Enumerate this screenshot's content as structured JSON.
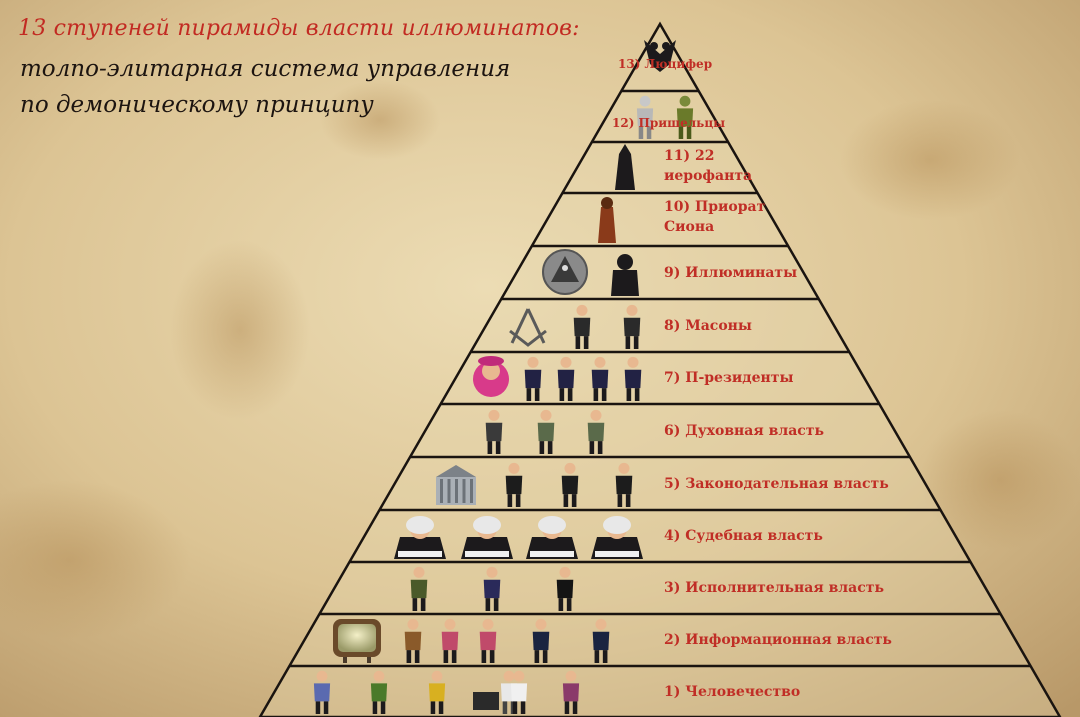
{
  "heading": {
    "title": "13 ступеней пирамиды власти иллюминатов:",
    "subtitle_line1": "толпо-элитарная система управления",
    "subtitle_line2": "по демоническому принципу"
  },
  "levels": [
    {
      "label": "13) Люцифер",
      "icons": [
        "double-headed-eagle-icon"
      ]
    },
    {
      "label": "12) Пришельцы",
      "icons": [
        "alien-figure-icon",
        "reptilian-figure-icon"
      ]
    },
    {
      "label_lines": [
        "11) 22",
        "иерофанта"
      ],
      "icons": [
        "hooded-figure-icon"
      ]
    },
    {
      "label_lines": [
        "10) Приорат",
        "Сиона"
      ],
      "icons": [
        "robed-monk-icon"
      ]
    },
    {
      "label": "9) Иллюминаты",
      "icons": [
        "all-seeing-eye-pyramid-icon",
        "suited-man-silhouette-icon"
      ]
    },
    {
      "label": "8) Масоны",
      "icons": [
        "square-compass-icon",
        "mason-figure-icon",
        "mason-figure-icon"
      ]
    },
    {
      "label": "7) П-резиденты",
      "icons": [
        "queen-caricature-icon",
        "president-caricature-icon",
        "president-caricature-icon",
        "president-caricature-icon",
        "president-caricature-icon"
      ]
    },
    {
      "label": "6) Духовная власть",
      "icons": [
        "priest-figure-icon",
        "cleric-figure-icon",
        "cleric-figure-icon"
      ]
    },
    {
      "label": "5) Законодательная власть",
      "icons": [
        "parliament-building-icon",
        "politician-figure-icon",
        "politician-figure-icon",
        "politician-figure-icon"
      ]
    },
    {
      "label": "4) Судебная власть",
      "icons": [
        "judge-figure-icon",
        "judge-figure-icon",
        "judge-figure-icon",
        "judge-figure-icon"
      ]
    },
    {
      "label": "3) Исполнительная власть",
      "icons": [
        "soldier-figure-icon",
        "police-figure-icon",
        "agent-figure-icon"
      ]
    },
    {
      "label": "2) Информационная власть",
      "icons": [
        "television-icon",
        "cameraman-figure-icon",
        "reporter-figure-icon",
        "reporter-figure-icon",
        "news-anchor-icon",
        "news-anchor-icon"
      ]
    },
    {
      "label": "1) Человечество",
      "icons": [
        "worker-figure-icon",
        "farmer-figure-icon",
        "builder-figure-icon",
        "office-worker-icon",
        "doctor-figure-icon",
        "citizen-figure-icon"
      ]
    }
  ],
  "colors": {
    "label_red": "#c02e26",
    "line": "#1a1410",
    "parchment": "#d8c094"
  }
}
